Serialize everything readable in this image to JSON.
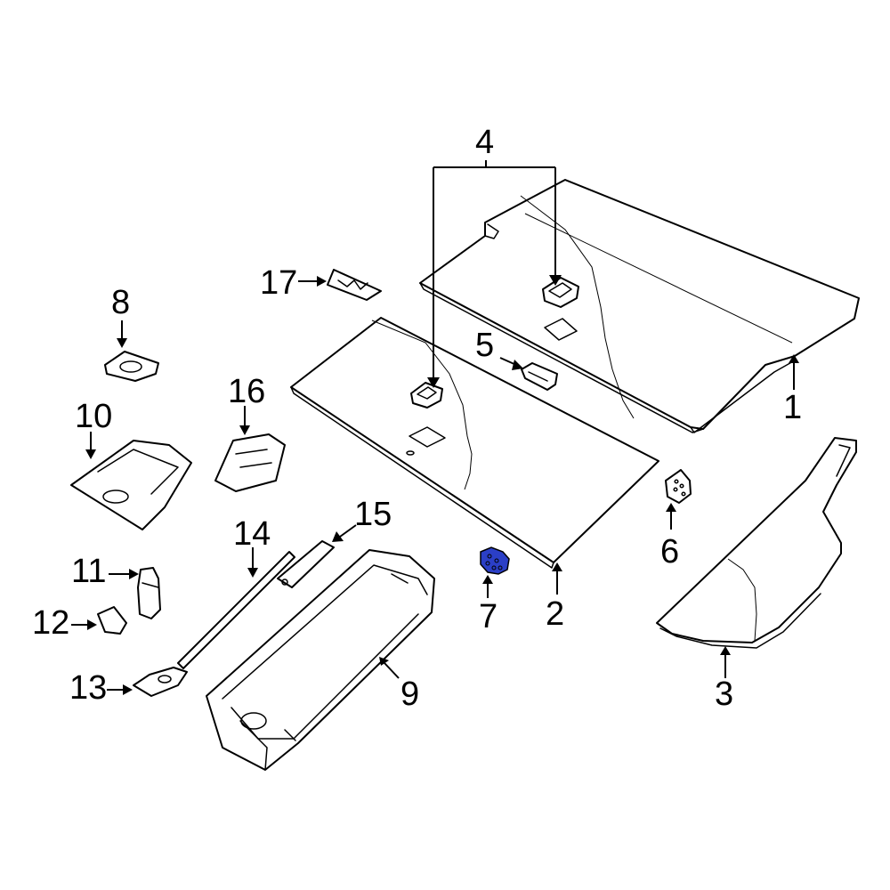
{
  "diagram": {
    "highlight_color": "#2b3fc7",
    "highlighted_part": "7",
    "callouts": [
      {
        "id": "c1",
        "label": "1"
      },
      {
        "id": "c2",
        "label": "2"
      },
      {
        "id": "c3",
        "label": "3"
      },
      {
        "id": "c4",
        "label": "4"
      },
      {
        "id": "c5",
        "label": "5"
      },
      {
        "id": "c6",
        "label": "6"
      },
      {
        "id": "c7",
        "label": "7"
      },
      {
        "id": "c8",
        "label": "8"
      },
      {
        "id": "c9",
        "label": "9"
      },
      {
        "id": "c10",
        "label": "10"
      },
      {
        "id": "c11",
        "label": "11"
      },
      {
        "id": "c12",
        "label": "12"
      },
      {
        "id": "c13",
        "label": "13"
      },
      {
        "id": "c14",
        "label": "14"
      },
      {
        "id": "c15",
        "label": "15"
      },
      {
        "id": "c16",
        "label": "16"
      },
      {
        "id": "c17",
        "label": "17"
      }
    ]
  }
}
